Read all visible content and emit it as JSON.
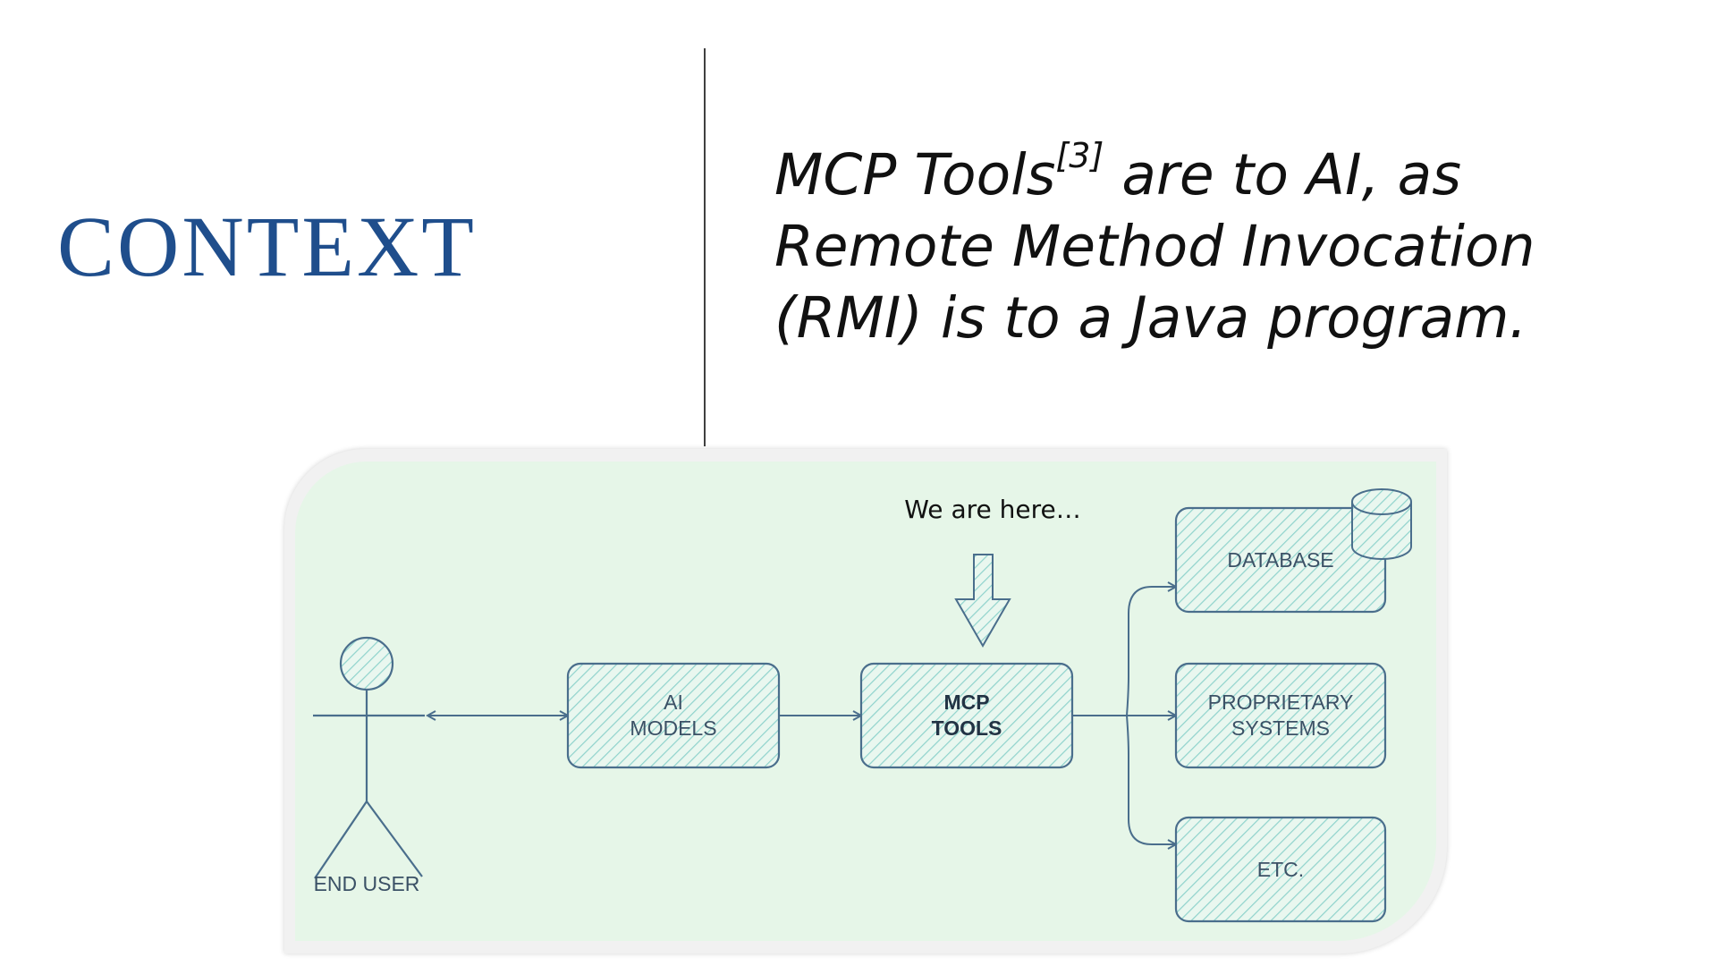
{
  "title": "CONTEXT",
  "quote": {
    "part1": "MCP Tools",
    "citation": "[3]",
    "part2": " are to AI, as Remote Method Invocation (RMI) is to a Java program."
  },
  "diagram": {
    "callout": "We are here…",
    "end_user_label": "END USER",
    "nodes": {
      "ai_models": [
        "AI",
        "MODELS"
      ],
      "mcp_tools": [
        "MCP",
        "TOOLS"
      ],
      "database": [
        "DATABASE"
      ],
      "proprietary": [
        "PROPRIETARY",
        "SYSTEMS"
      ],
      "etc": [
        "ETC."
      ]
    }
  },
  "colors": {
    "title": "#1f4e8c",
    "box_stroke": "#4a6e8c",
    "hatch": "#8fd3cc",
    "panel": "#e6f6e8"
  }
}
